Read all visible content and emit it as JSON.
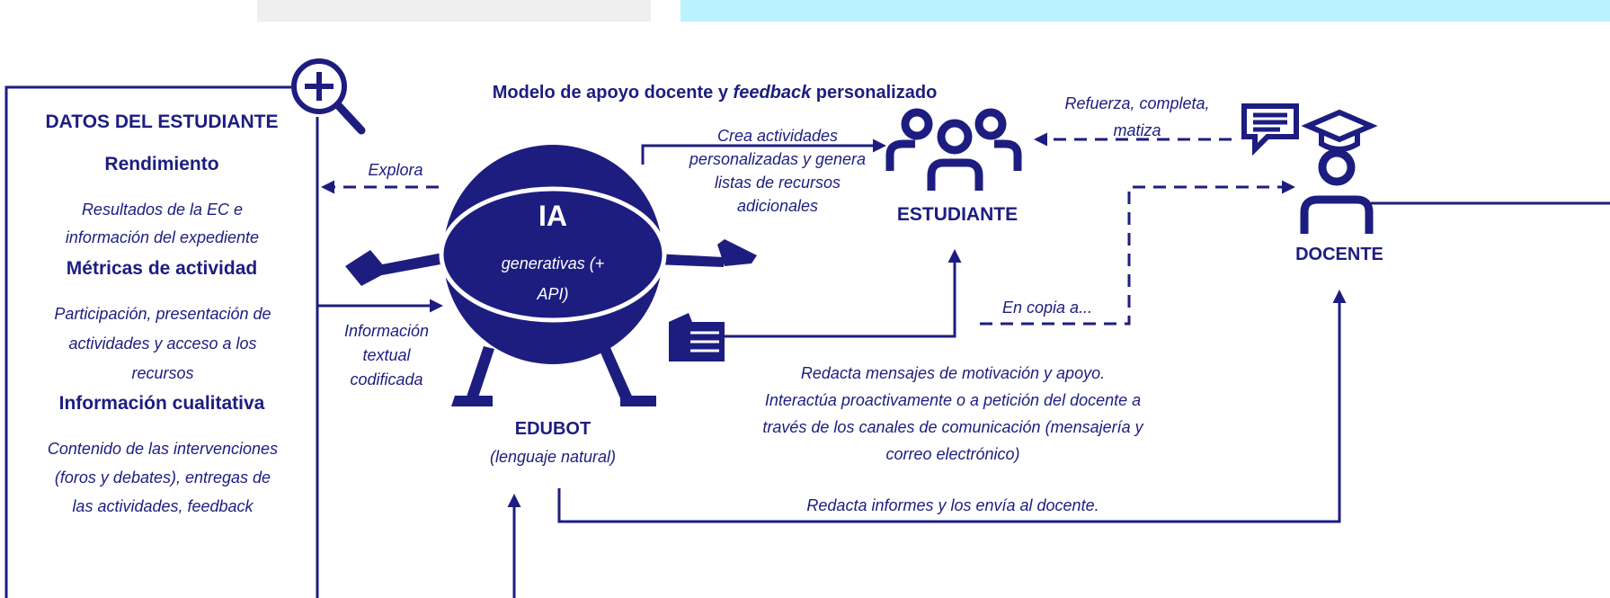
{
  "diagram": {
    "title_part1": "Modelo de apoyo docente y ",
    "title_part2": "feedback",
    "title_part3": " personalizado",
    "colors": {
      "primary": "#1d1d80",
      "top_bar_grey": "#efefef",
      "top_bar_cyan": "#b8f3ff"
    },
    "student_data": {
      "heading": "DATOS DEL ESTUDIANTE",
      "performance_title": "Rendimiento",
      "performance_text": "Resultados de la EC e\ninformación del expediente",
      "activity_title": "Métricas de actividad",
      "activity_text": "Participación, presentación de\nactividades y acceso a los\nrecursos",
      "qualitative_title": "Información cualitativa",
      "qualitative_text": "Contenido de las intervenciones\n(foros y debates), entregas de\nlas actividades, feedback",
      "icon": "magnifier-plus-icon"
    },
    "ia": {
      "title": "IA",
      "subtitle": "generativas (+\nAPI)",
      "bot_name": "EDUBOT",
      "bot_subtitle": "(lenguaje natural)"
    },
    "labels": {
      "explora": "Explora",
      "info_codificada": "Información\ntextual\ncodificada",
      "crea_actividades": "Crea actividades\npersonalizadas y genera\nlistas de recursos\nadicionales",
      "refuerza": "Refuerza, completa,\nmatiza",
      "en_copia": "En copia a...",
      "mensajes": "Redacta mensajes de motivación y apoyo.\nInteractúa proactivamente o a petición del docente a\ntravés de los canales de comunicación (mensajería y\ncorreo electrónico)",
      "informes": "Redacta informes y los envía al docente."
    },
    "student": {
      "label": "ESTUDIANTE",
      "icon": "students-group-icon"
    },
    "teacher": {
      "label": "DOCENTE",
      "icon": "teacher-icon",
      "chat_icon": "chat-message-icon"
    },
    "message_icon": "message-hand-icon"
  }
}
